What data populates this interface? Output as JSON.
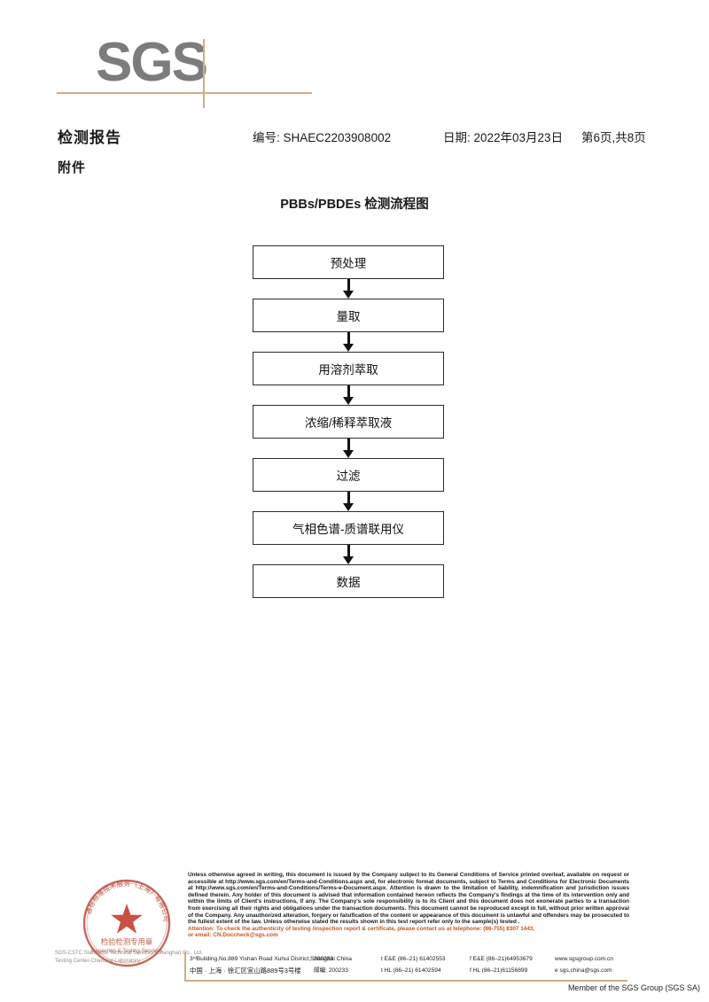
{
  "brand": {
    "logo_text": "SGS",
    "accent_color": "#cfae83",
    "logo_gray": "#7c7c7c"
  },
  "header": {
    "title": "检测报告",
    "subtitle": "附件",
    "report_no": "编号: SHAEC2203908002",
    "date": "日期: 2022年03月23日",
    "page_info": "第6页,共8页"
  },
  "flowchart": {
    "title": "PBBs/PBDEs 检测流程图",
    "steps": [
      {
        "label": "预处理"
      },
      {
        "label": "量取"
      },
      {
        "label": "用溶剂萃取"
      },
      {
        "label": "浓缩/稀释萃取液"
      },
      {
        "label": "过滤"
      },
      {
        "label": "气相色谱-质谱联用仪"
      },
      {
        "label": "数据"
      }
    ]
  },
  "stamp": {
    "ring_text_cn": "通标标准技术服务(上海)有限公司",
    "center_cn": "检验检测专用章",
    "center_en": "Inspection & Testing Services",
    "color": "#c0392b",
    "watermark": "SGS-CSTC Standards Technical Services (Shanghai) Co., Ltd. Testing Center-Chemical Laboratory"
  },
  "legal": {
    "paragraph": "Unless otherwise agreed in writing, this document is issued by the Company subject to its General Conditions of Service printed overleaf, available on request or accessible at http://www.sgs.com/en/Terms-and-Conditions.aspx and, for electronic format documents, subject to Terms and Conditions for Electronic Documents at http://www.sgs.com/en/Terms-and-Conditions/Terms-e-Document.aspx. Attention is drawn to the limitation of liability, indemnification and jurisdiction issues defined therein. Any holder of this document is advised that information contained hereon reflects the Company's findings at the time of its intervention only and within the limits of Client's instructions, if any. The Company's sole responsibility is to its Client and this document does not exonerate parties to a transaction from exercising all their rights and obligations under the transaction documents. This document cannot be reproduced except in full, without prior written approval of the Company. Any unauthorized alteration, forgery or falsification of the content or appearance of this document is unlawful and offenders may be prosecuted to the fullest extent of the law. Unless otherwise stated the results shown in this test report refer only to the sample(s) tested .",
    "attention_line1": "Attention: To check the authenticity of testing /inspection report & certificate, please contact us at telephone: (86-755) 8307 1443,",
    "attention_line2": "or email: CN.Doccheck@sgs.com"
  },
  "address": {
    "en_address": "3ʳᵈBuilding,No.889 Yishan Road Xuhui District,Shanghai China",
    "en_zip": "200233",
    "en_tel": "t E&E (86–21) 61402553",
    "en_fax": "f E&E (86–21)64953679",
    "website": "www.sgsgroup.com.cn",
    "cn_address": "中国 · 上海 · 徐汇区宜山路889号3号楼",
    "cn_zip_label": "邮编:",
    "cn_zip": "200233",
    "cn_tel": "t HL (86–21) 61402594",
    "cn_fax": "f HL (86–21)61156899",
    "email": "e sgs.china@sgs.com"
  },
  "footer": {
    "member": "Member of the SGS Group (SGS SA)"
  }
}
